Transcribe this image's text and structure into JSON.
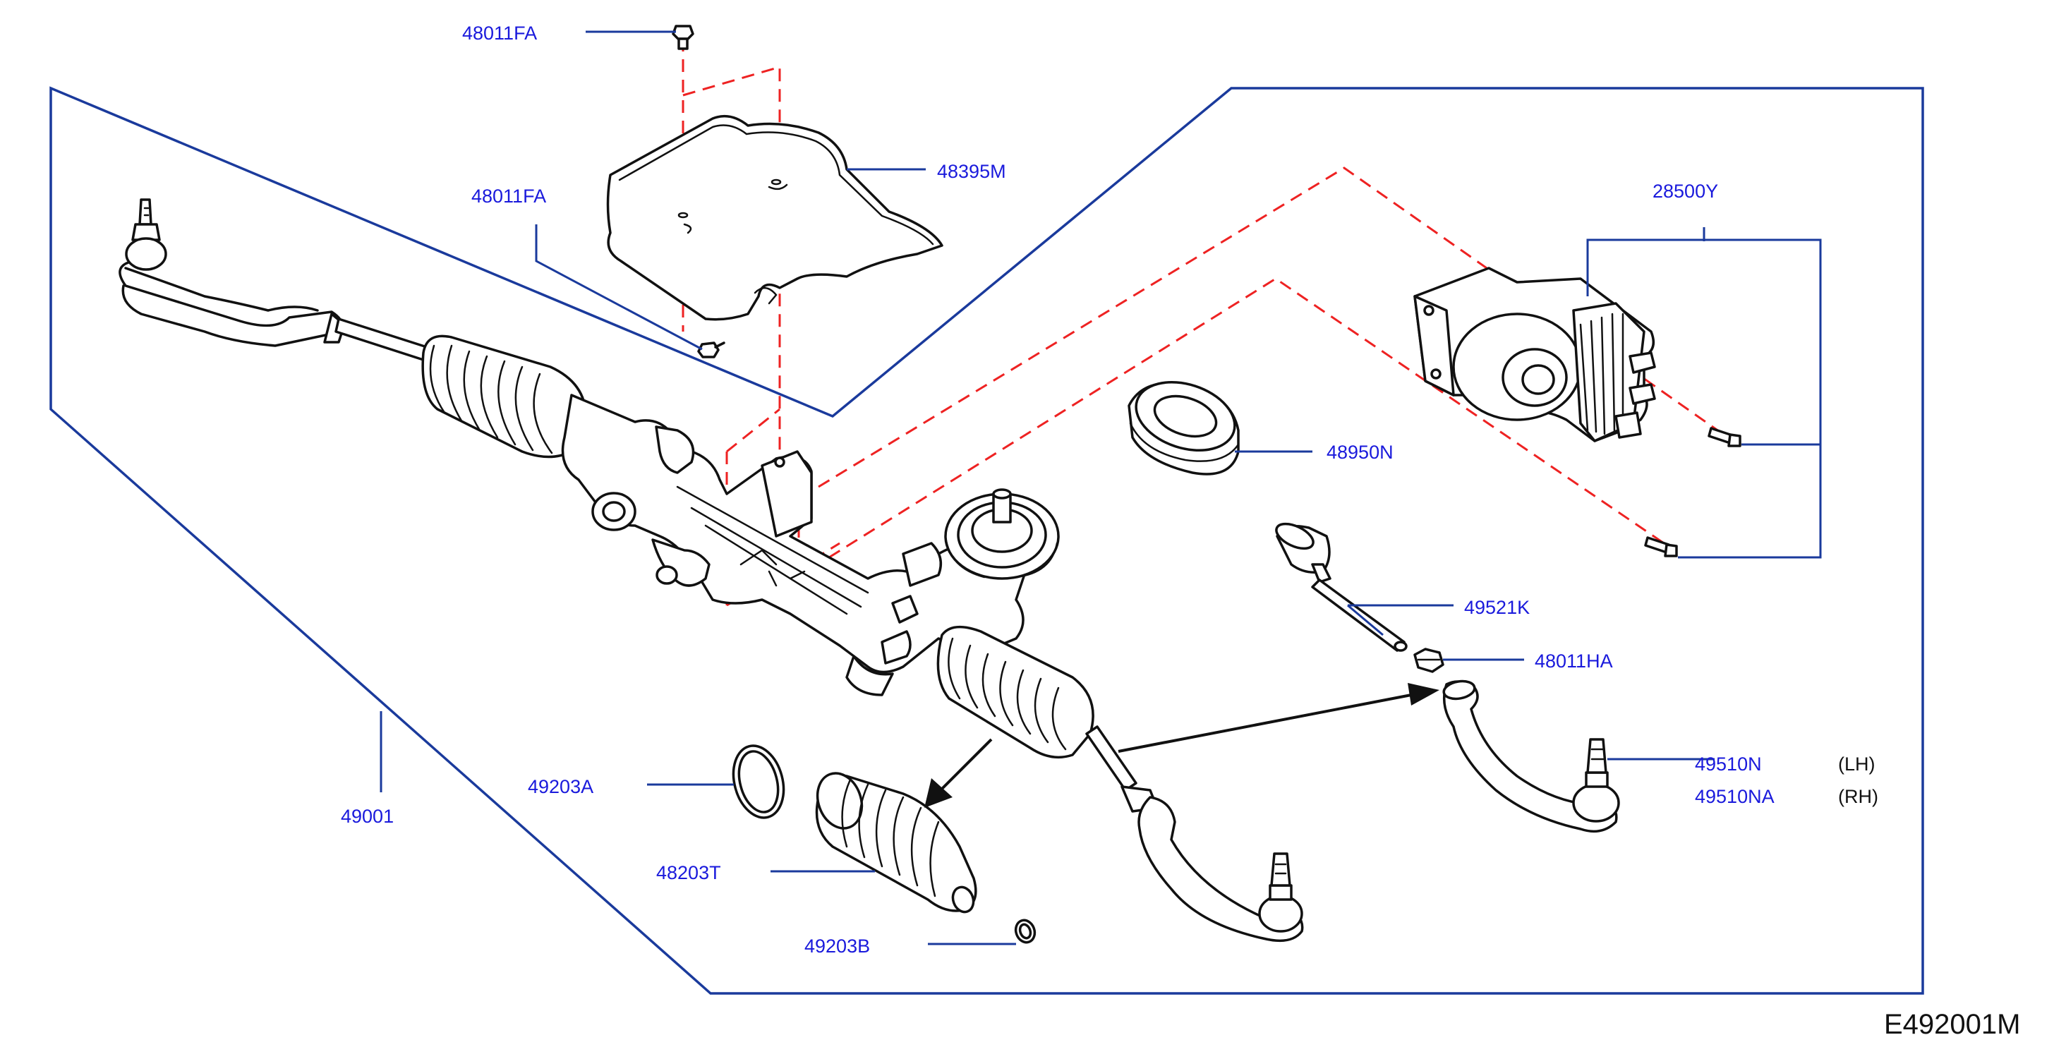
{
  "diagram": {
    "callouts": [
      {
        "id": "bolt-top",
        "part_no": "48011FA"
      },
      {
        "id": "bolt-mid",
        "part_no": "48011FA"
      },
      {
        "id": "heat-shield",
        "part_no": "48395M"
      },
      {
        "id": "motor-assembly",
        "part_no": "28500Y"
      },
      {
        "id": "grommet",
        "part_no": "48950N"
      },
      {
        "id": "inner-socket",
        "part_no": "49521K"
      },
      {
        "id": "lock-nut",
        "part_no": "48011HA"
      },
      {
        "id": "tie-rod-end-lh",
        "part_no": "49510N",
        "side": "(LH)"
      },
      {
        "id": "tie-rod-end-rh",
        "part_no": "49510NA",
        "side": "(RH)"
      },
      {
        "id": "clamp-a",
        "part_no": "49203A"
      },
      {
        "id": "boot",
        "part_no": "48203T"
      },
      {
        "id": "clamp-b",
        "part_no": "49203B"
      },
      {
        "id": "gear-assembly",
        "part_no": "49001"
      }
    ],
    "figure_code": "E492001M",
    "colors": {
      "label": "#1a1adc",
      "leader": "#1a3a9c",
      "dashed_guide": "#ee2222",
      "part_outline": "#111111"
    }
  }
}
